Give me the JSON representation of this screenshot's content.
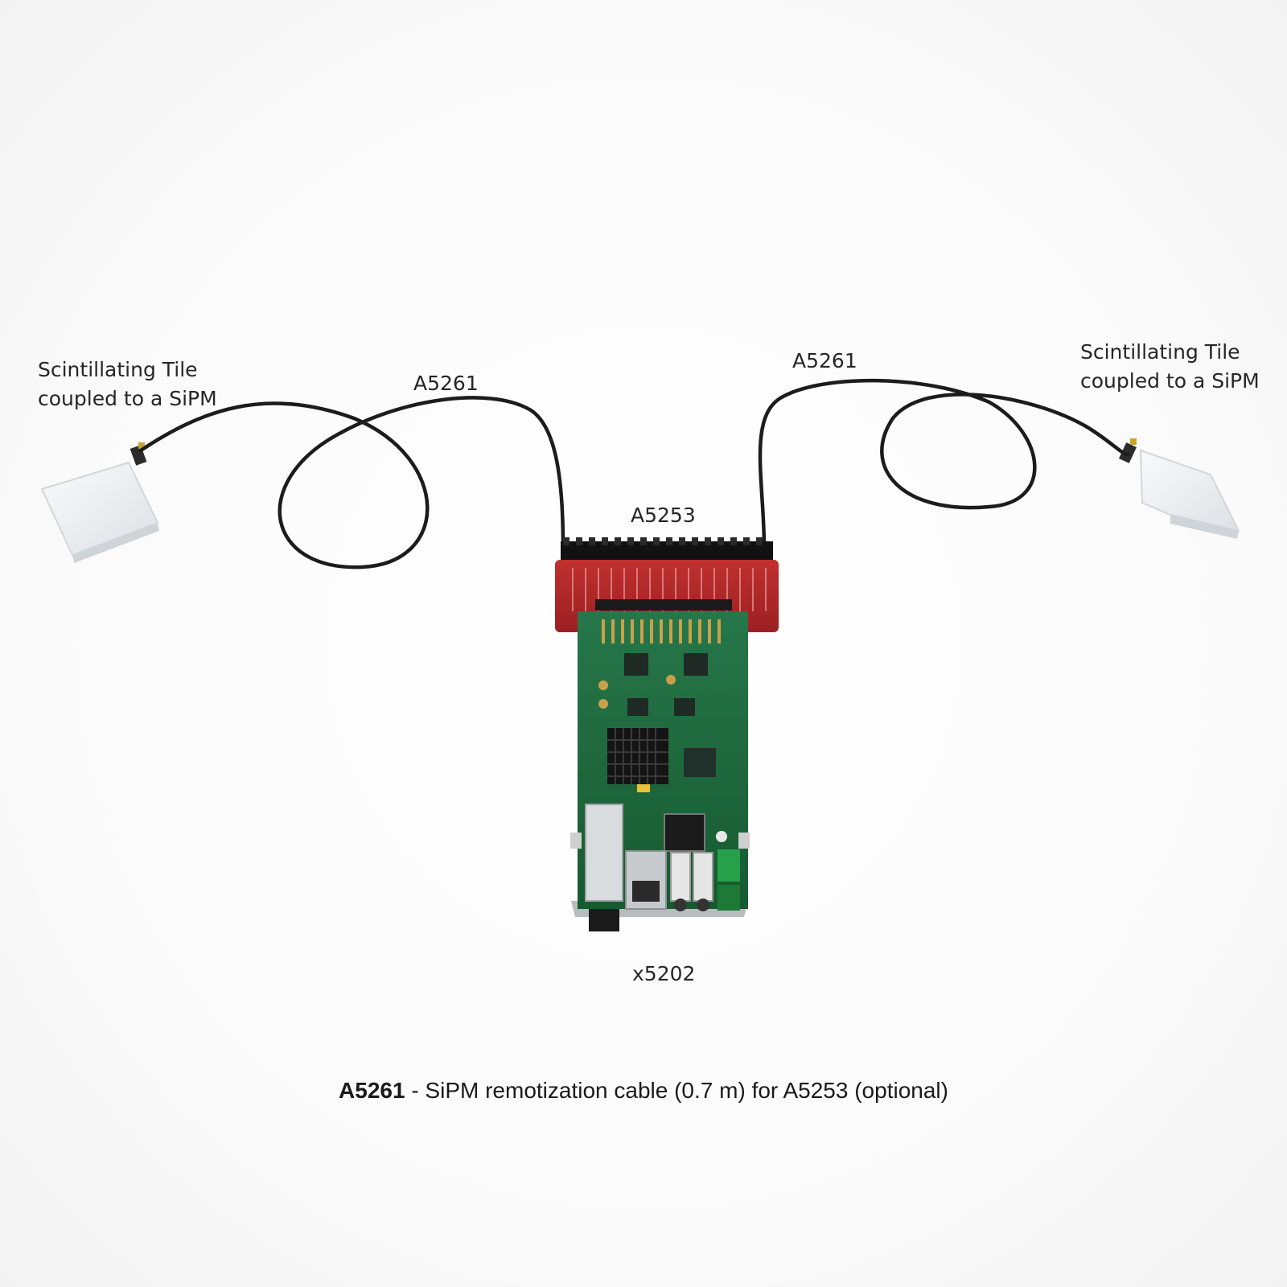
{
  "labels": {
    "tile_left_line1": "Scintillating Tile",
    "tile_left_line2": "coupled to a SiPM",
    "tile_right_line1": "Scintillating Tile",
    "tile_right_line2": "coupled to a SiPM",
    "cable_left": "A5261",
    "cable_right": "A5261",
    "adapter": "A5253",
    "board": "x5202"
  },
  "caption": {
    "model": "A5261",
    "description": " - SiPM remotization cable (0.7 m) for A5253 (optional)"
  },
  "colors": {
    "adapter_red": "#b3262a",
    "pcb_green": "#1f6a3a",
    "cable_black": "#1a1a1a",
    "tile_white": "#eef0f2"
  },
  "icons": [
    "scintillating-tile",
    "sipm-connector",
    "coax-cable",
    "adapter-board",
    "digitizer-board"
  ]
}
